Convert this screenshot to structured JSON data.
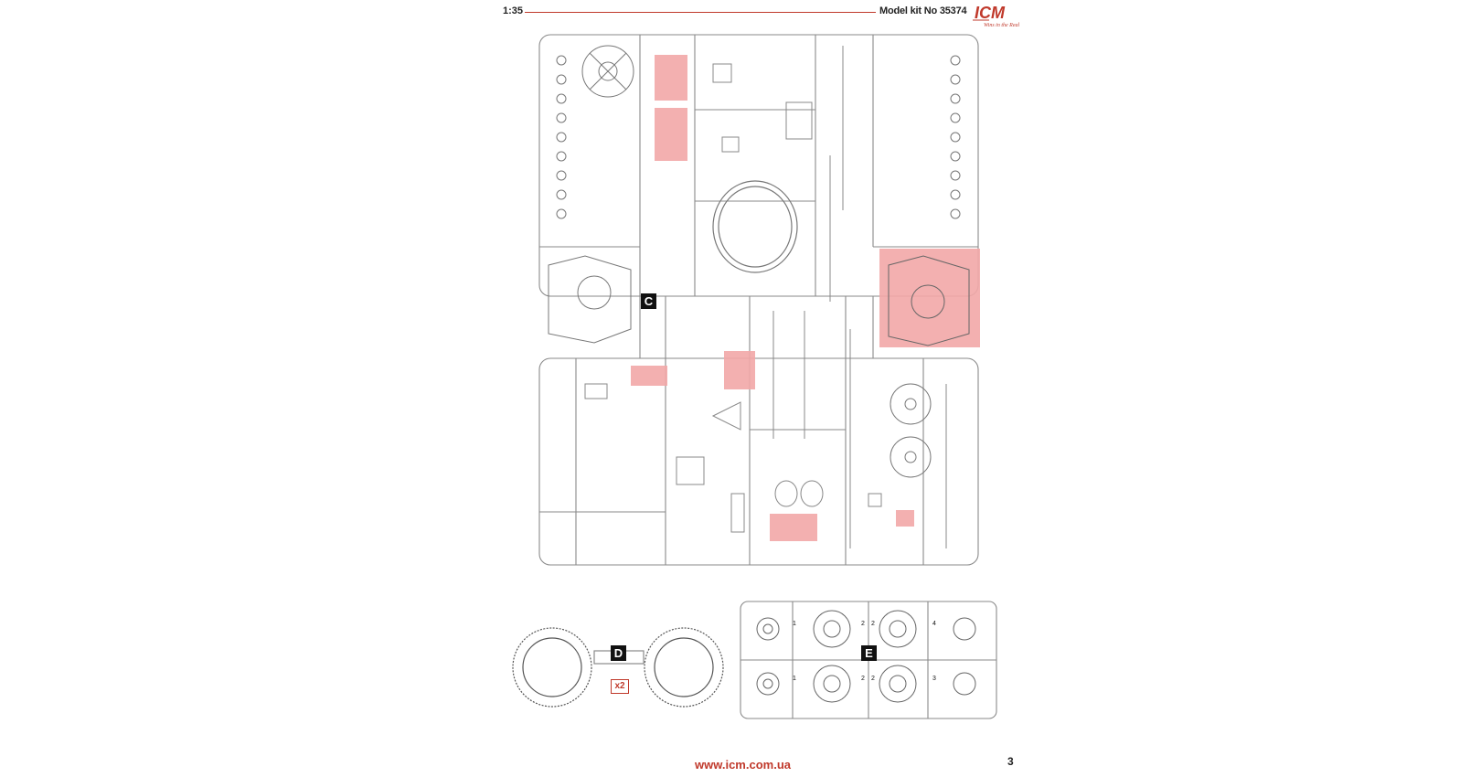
{
  "header": {
    "scale": "1:35",
    "model_kit": "Model kit No 35374"
  },
  "brand": {
    "logo_text": "ICM",
    "logo_tagline": "Wins in the Real",
    "accent_color": "#c0392b"
  },
  "sprues": [
    {
      "letter": "C"
    },
    {
      "letter": "D",
      "multiplier": "x2"
    },
    {
      "letter": "E"
    }
  ],
  "sprue_e_part_numbers": [
    "1",
    "2",
    "2",
    "4",
    "1",
    "2",
    "2",
    "3"
  ],
  "highlight_color": "#f2a7a7",
  "footer": {
    "url": "www.icm.com.ua",
    "page_number": "3"
  }
}
